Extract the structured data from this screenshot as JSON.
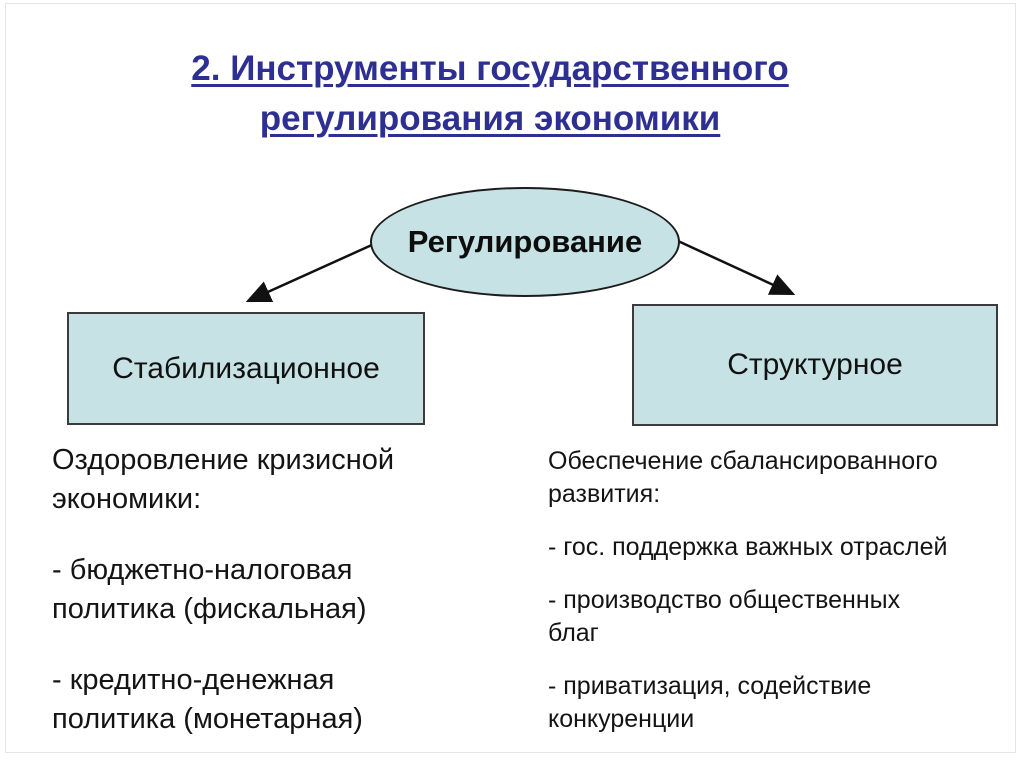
{
  "slide": {
    "title": {
      "line1": "2. Инструменты государственного",
      "line2": "регулирования экономики"
    }
  },
  "diagram": {
    "root": {
      "label": "Регулирование"
    },
    "branches": [
      {
        "label": "Стабилизационное"
      },
      {
        "label": "Структурное"
      }
    ]
  },
  "left_column": {
    "heading_lines": [
      "Оздоровление кризисной",
      "экономики:"
    ],
    "items": [
      {
        "lines": [
          "- бюджетно-налоговая",
          "политика (фискальная)"
        ]
      },
      {
        "lines": [
          "- кредитно-денежная",
          "политика (монетарная)"
        ]
      }
    ]
  },
  "right_column": {
    "heading_lines": [
      "Обеспечение сбалансированного",
      "развития:"
    ],
    "items": [
      {
        "lines": [
          "- гос. поддержка важных отраслей"
        ]
      },
      {
        "lines": [
          "- производство общественных",
          "благ"
        ]
      },
      {
        "lines": [
          "- приватизация, содействие",
          "конкуренции"
        ]
      }
    ]
  },
  "colors": {
    "title_text": "#2d3092",
    "shape_fill": "#c7e2e4",
    "shape_border": "#1c1c1c",
    "box_border": "#3b3b3b",
    "body_text": "#141414",
    "arrow": "#111111",
    "background": "#ffffff",
    "frame_border": "#e3e6e6"
  }
}
